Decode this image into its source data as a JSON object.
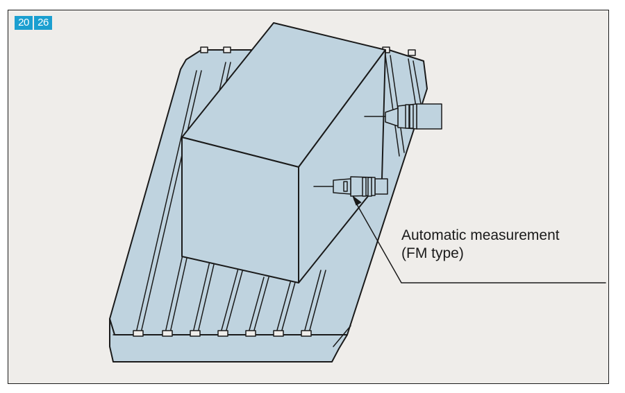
{
  "badges": [
    {
      "label": "20"
    },
    {
      "label": "26"
    }
  ],
  "callout": {
    "line1": "Automatic measurement",
    "line2": "(FM type)"
  },
  "colors": {
    "background": "#efedea",
    "part_fill": "#bfd3df",
    "outline": "#1a1a1a",
    "badge": "#1b9fd0"
  }
}
